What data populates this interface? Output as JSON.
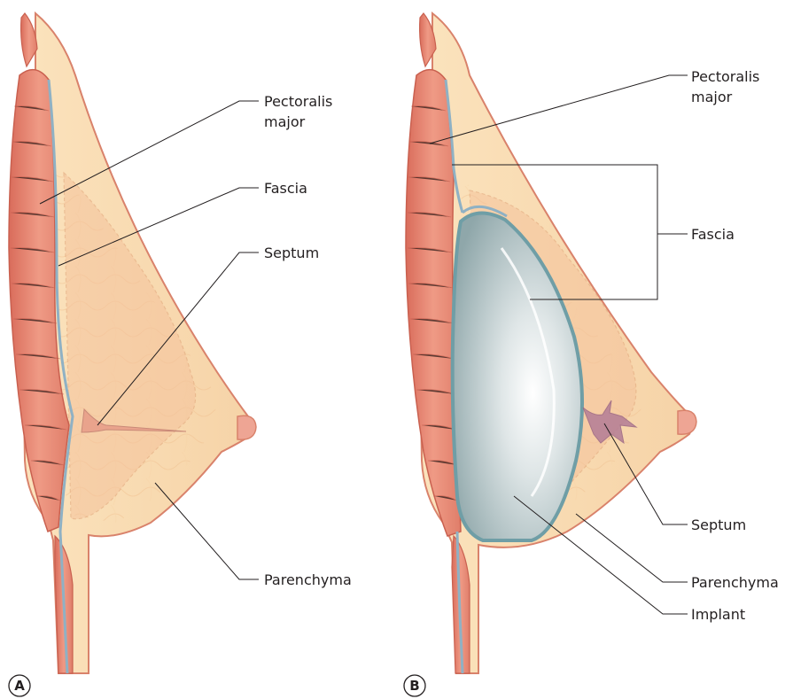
{
  "panels": [
    {
      "letter": "A",
      "labels": {
        "pectoralis_line1": "Pectoralis",
        "pectoralis_line2": "major",
        "fascia": "Fascia",
        "septum": "Septum",
        "parenchyma": "Parenchyma"
      }
    },
    {
      "letter": "B",
      "labels": {
        "pectoralis_line1": "Pectoralis",
        "pectoralis_line2": "major",
        "fascia": "Fascia",
        "septum": "Septum",
        "parenchyma": "Parenchyma",
        "implant": "Implant"
      }
    }
  ],
  "colors": {
    "muscle": "#e58a78",
    "muscle_dark": "#c9604f",
    "fat": "#f8dcae",
    "parenchyma": "#f5c39c",
    "skin_outline": "#d9826b",
    "fascia": "#8fb1c4",
    "implant_light": "#f4f6f7",
    "implant_dark": "#9fb3b6"
  }
}
